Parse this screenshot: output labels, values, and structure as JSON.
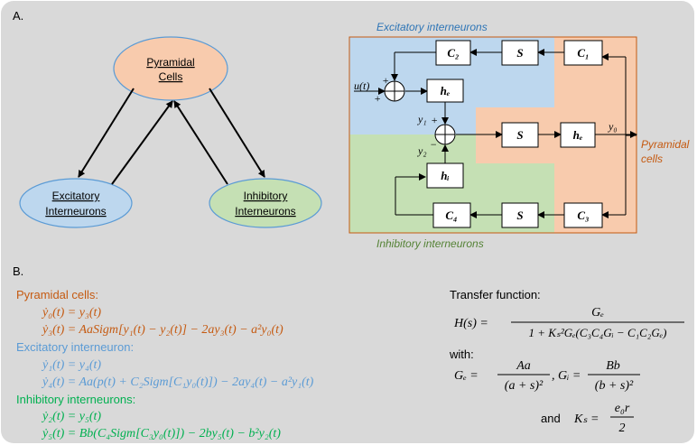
{
  "colors": {
    "pyramidal": "#c55a11",
    "excitatory": "#5b9bd5",
    "inhibitory": "#00b050",
    "pyramidal_fill": "#f8cbad",
    "excitatory_fill": "#bdd7ee",
    "inhibitory_fill": "#c5e0b4"
  },
  "panel_a": {
    "label": "A.",
    "pyramidal_node": [
      "Pyramidal",
      "Cells"
    ],
    "excitatory_node": [
      "Excitatory",
      "Interneurons"
    ],
    "inhibitory_node": [
      "Inhibitory",
      "Interneurons"
    ]
  },
  "block_diagram": {
    "excitatory_region": "Excitatory interneurons",
    "inhibitory_region": "Inhibitory interneurons",
    "pyramidal_region": [
      "Pyramidal",
      "cells"
    ],
    "blocks": {
      "c1": "C₁",
      "c2": "C₂",
      "c3": "C₃",
      "c4": "C₄",
      "s": "S",
      "he": "hₑ",
      "hi": "hᵢ"
    },
    "signals": {
      "u": "u(t)",
      "y0": "y₀",
      "y1": "y₁",
      "y2": "y₂",
      "plus": "+",
      "minus": "−"
    }
  },
  "panel_b": {
    "label": "B.",
    "pyramidal": {
      "title": "Pyramidal cells:",
      "eq1": "ẏ₀(t) = y₃(t)",
      "eq2": "ẏ₃(t) = AaSigm[y₁(t) − y₂(t)] − 2ay₃(t) − a²y₀(t)"
    },
    "excitatory": {
      "title": "Excitatory interneuron:",
      "eq1": "ẏ₁(t) = y₄(t)",
      "eq2": "ẏ₄(t) = Aa(p(t) + C₂Sigm[C₁y₀(t)]) − 2ay₄(t) − a²y₁(t)"
    },
    "inhibitory": {
      "title": "Inhibitory interneurons:",
      "eq1": "ẏ₂(t) = y₅(t)",
      "eq2": "ẏ₅(t) = Bb(C₄Sigm[C₃y₀(t)]) − 2by₅(t) − b²y₂(t)"
    },
    "transfer": {
      "title": "Transfer function:",
      "lhs": "H(s) =",
      "num": "Gₑ",
      "den": "1 + Kₛ²Gₑ(C₃C₄Gᵢ − C₁C₂Gₑ)",
      "with": "with:",
      "ge_lhs": "Gₑ =",
      "ge_num": "Aa",
      "ge_den": "(a + s)²",
      "gi_lhs": ", Gᵢ =",
      "gi_num": "Bb",
      "gi_den": "(b + s)²",
      "and": "and",
      "ks_lhs": "Kₛ =",
      "ks_num": "e₀r",
      "ks_den": "2"
    }
  }
}
